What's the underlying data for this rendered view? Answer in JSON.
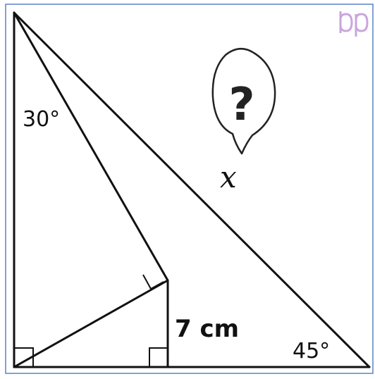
{
  "colors": {
    "line": "#111111",
    "frame": "#5b82c9",
    "logo": "#c9a6de",
    "background": "#ffffff"
  },
  "icons": {
    "logo": "bp-logo-icon",
    "thought_bubble": "question-thought-bubble-icon"
  },
  "labels": {
    "angle_top": "30°",
    "angle_bottom_right": "45°",
    "height": "7 cm",
    "unknown": "x",
    "question_mark": "?"
  }
}
